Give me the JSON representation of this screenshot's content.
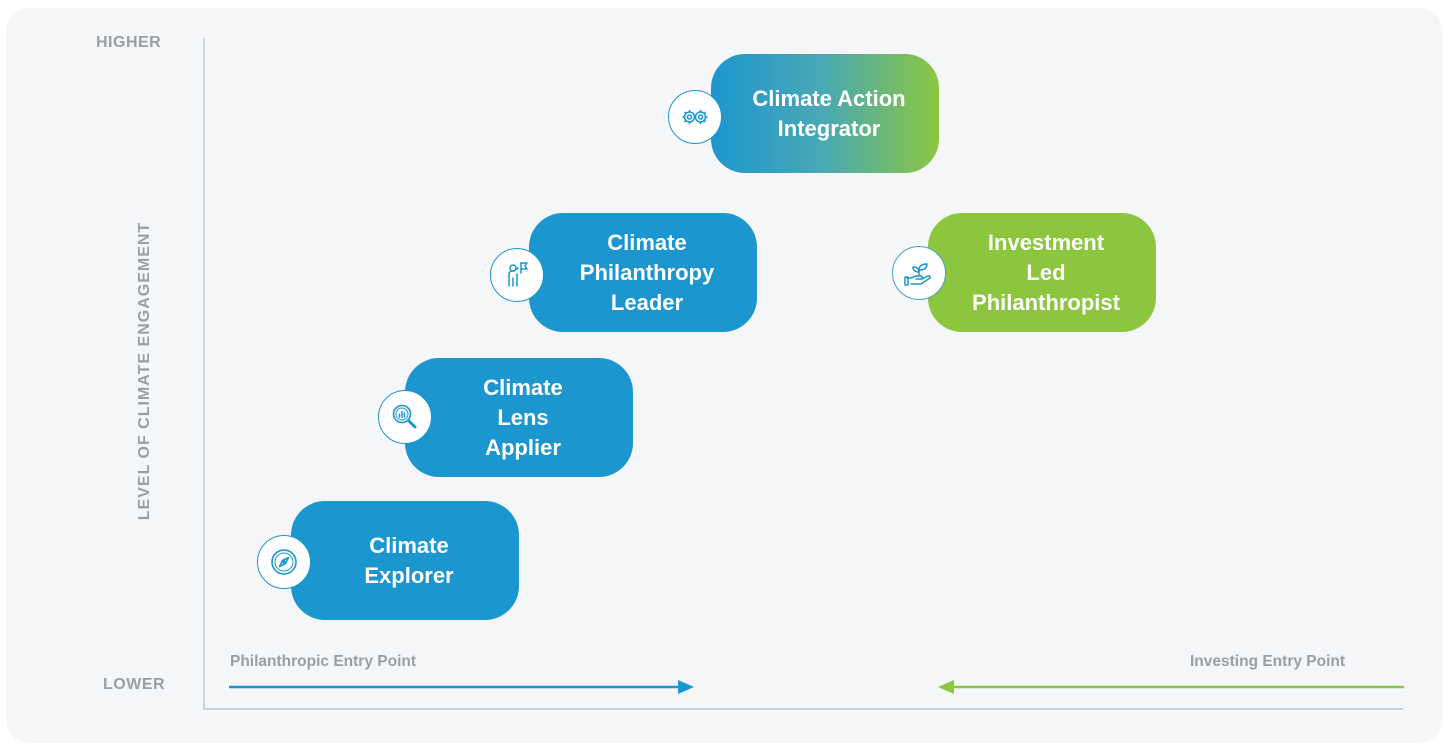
{
  "axes": {
    "higher": "HIGHER",
    "lower": "LOWER",
    "y_title": "LEVEL OF CLIMATE ENGAGEMENT"
  },
  "entry_points": {
    "philanthropic": "Philanthropic Entry Point",
    "investing": "Investing Entry Point"
  },
  "stages": {
    "explorer": {
      "line1": "Climate",
      "line2": "Explorer",
      "icon": "compass-icon"
    },
    "lens": {
      "line1": "Climate",
      "line2": "Lens",
      "line3": "Applier",
      "icon": "magnifier-chart-icon"
    },
    "leader": {
      "line1": "Climate",
      "line2": "Philanthropy",
      "line3": "Leader",
      "icon": "person-flag-icon"
    },
    "integrator": {
      "line1": "Climate Action",
      "line2": "Integrator",
      "icon": "gears-icon"
    },
    "investment": {
      "line1": "Investment",
      "line2": "Led",
      "line3": "Philanthropist",
      "icon": "hand-plant-icon"
    }
  },
  "colors": {
    "blue": "#1c96cf",
    "green": "#8cc63f",
    "axis_text": "#999fa6",
    "panel": "#f4f6f8"
  }
}
